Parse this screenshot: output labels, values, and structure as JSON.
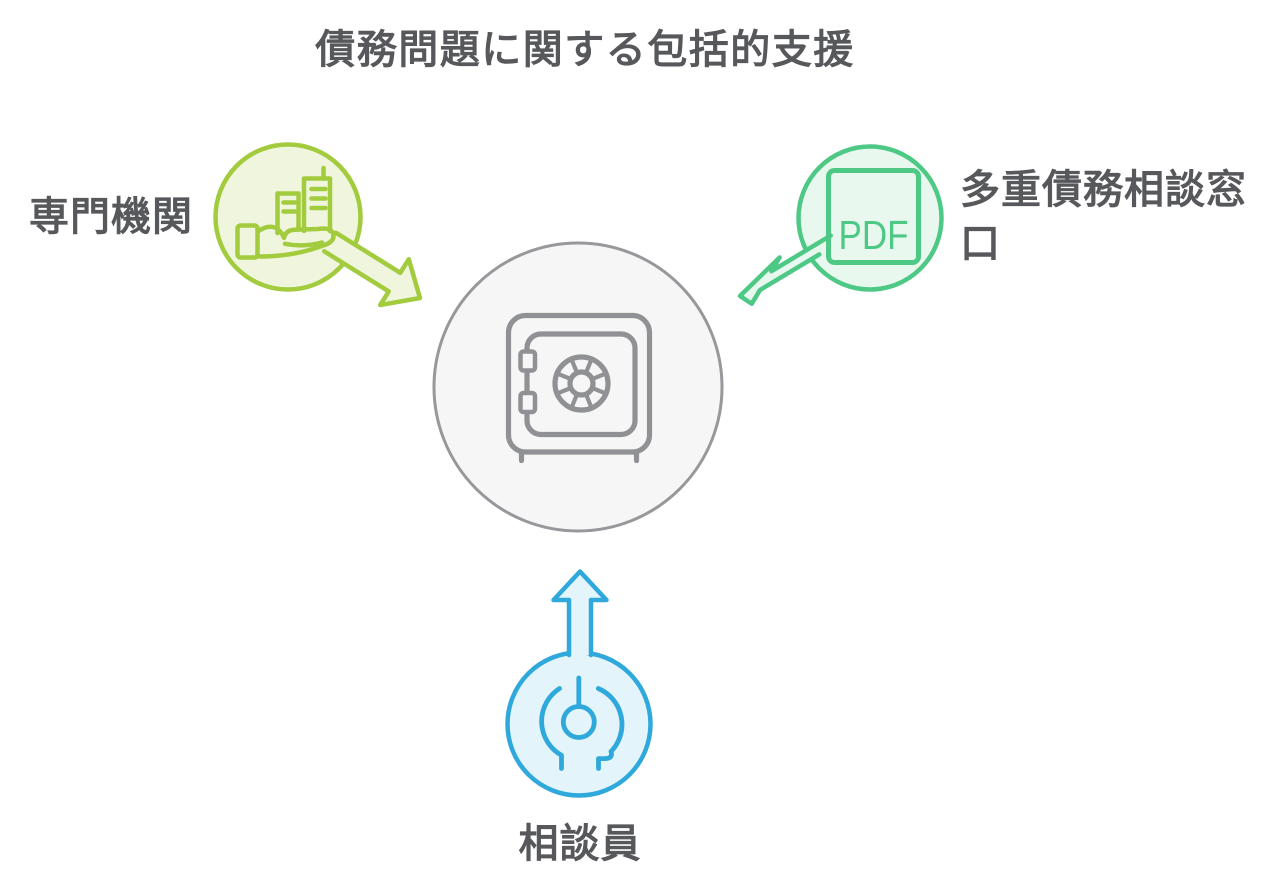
{
  "title": "債務問題に関する包括的支援",
  "diagram": {
    "center": {
      "id": "debt-support-vault",
      "icon": "safe-vault-icon"
    },
    "nodes": [
      {
        "id": "specialized-agency",
        "label": "専門機関",
        "icon": "hand-holding-buildings-icon",
        "arrow": "to-center"
      },
      {
        "id": "multi-debt-counseling-desk",
        "label": "多重債務相談窓口",
        "icon": "pdf-document-icon",
        "badge": "PDF",
        "arrow": "to-center"
      },
      {
        "id": "counselor",
        "label": "相談員",
        "icon": "counselor-headset-icon",
        "arrow": "to-center"
      }
    ]
  },
  "colors": {
    "lime": "#A2CB3E",
    "limeFill": "#F0F6DE",
    "green": "#4DC985",
    "greenFill": "#E9F8EF",
    "blue": "#2FA9DB",
    "blueFill": "#E4F4FB",
    "gray": "#96989B",
    "grayFill": "#F6F6F7",
    "iconGray": "#8F9194",
    "text": "#57585B",
    "background": "#FFFFFF"
  }
}
